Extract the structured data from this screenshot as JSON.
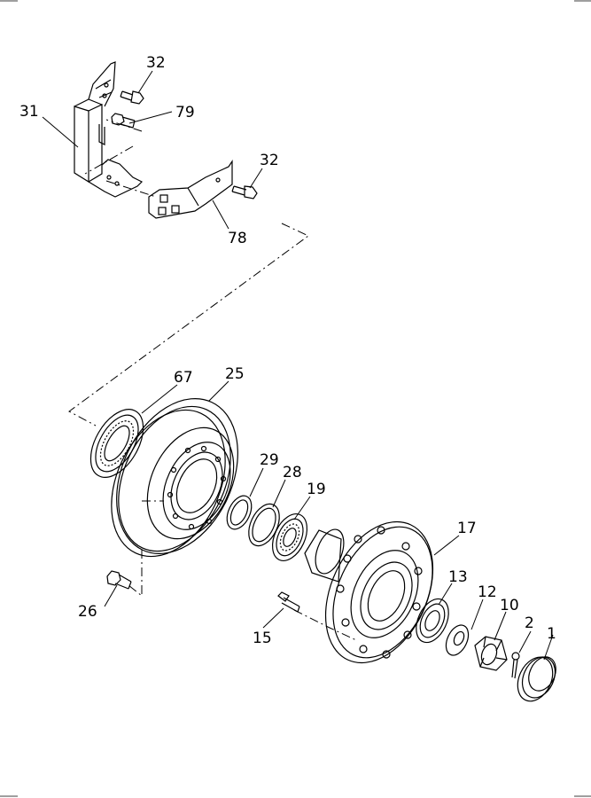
{
  "callouts": {
    "c1": "1",
    "c2": "2",
    "c10": "10",
    "c12": "12",
    "c13": "13",
    "c15": "15",
    "c17": "17",
    "c19": "19",
    "c25": "25",
    "c26": "26",
    "c28": "28",
    "c29": "29",
    "c31": "31",
    "c32a": "32",
    "c32b": "32",
    "c67": "67",
    "c78": "78",
    "c79": "79"
  }
}
